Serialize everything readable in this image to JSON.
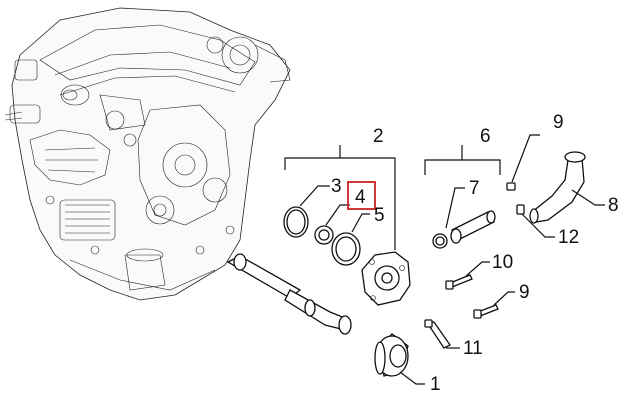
{
  "callouts": [
    {
      "id": "1",
      "text": "1"
    },
    {
      "id": "2",
      "text": "2"
    },
    {
      "id": "3",
      "text": "3"
    },
    {
      "id": "4",
      "text": "4"
    },
    {
      "id": "5",
      "text": "5"
    },
    {
      "id": "6",
      "text": "6"
    },
    {
      "id": "7",
      "text": "7"
    },
    {
      "id": "8",
      "text": "8"
    },
    {
      "id": "9a",
      "text": "9"
    },
    {
      "id": "9b",
      "text": "9"
    },
    {
      "id": "10",
      "text": "10"
    },
    {
      "id": "11",
      "text": "11"
    },
    {
      "id": "12",
      "text": "12"
    }
  ],
  "highlight": {
    "callout": "4",
    "color": "#cc2222"
  }
}
